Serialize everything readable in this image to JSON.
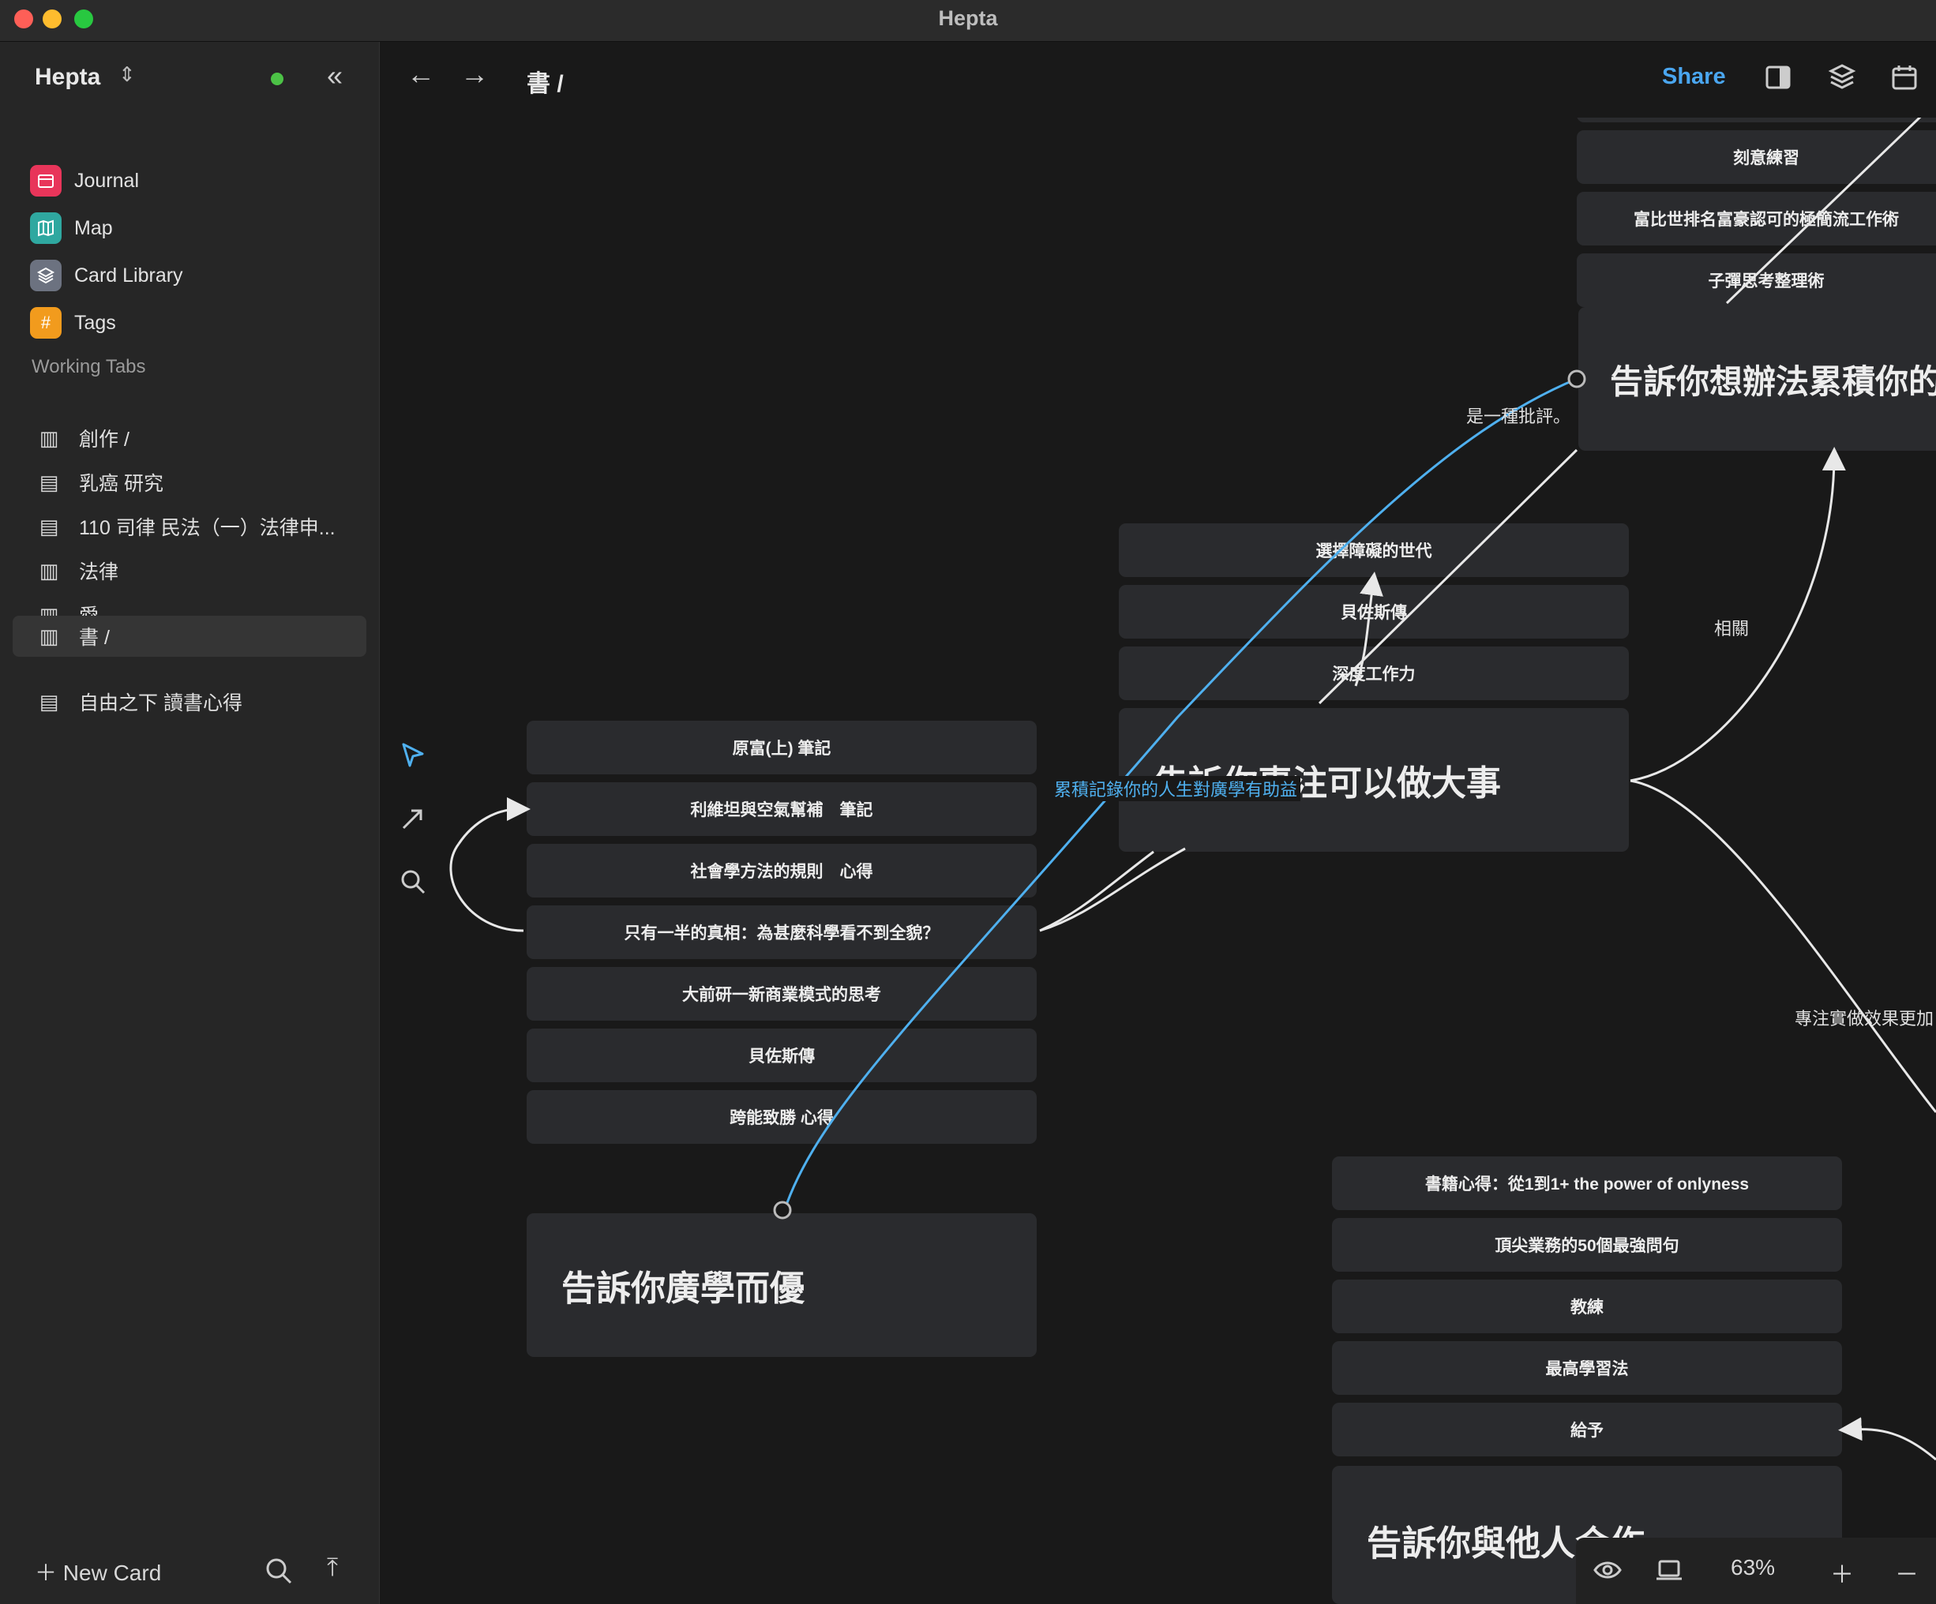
{
  "window": {
    "title": "Hepta"
  },
  "sidebar": {
    "workspace": "Hepta",
    "nav": [
      {
        "label": "Journal",
        "icon": "journal-icon",
        "color": "#e8355a"
      },
      {
        "label": "Map",
        "icon": "map-icon",
        "color": "#2fa8a0"
      },
      {
        "label": "Card Library",
        "icon": "layers-icon",
        "color": "#6c7280"
      },
      {
        "label": "Tags",
        "icon": "hash-icon",
        "color": "#f29b1d"
      }
    ],
    "working_tabs_label": "Working Tabs",
    "tabs": [
      {
        "label": "創作 /",
        "icon": "map-icon"
      },
      {
        "label": "乳癌 研究",
        "icon": "document-icon"
      },
      {
        "label": "110 司律 民法（一）法律申...",
        "icon": "document-icon"
      },
      {
        "label": "法律",
        "icon": "map-icon"
      },
      {
        "label": "愛",
        "icon": "map-icon"
      },
      {
        "label": "書 /",
        "icon": "map-icon",
        "active": true
      },
      {
        "label": "自由之下 讀書心得",
        "icon": "document-icon"
      }
    ],
    "new_card": "New Card"
  },
  "toolbar": {
    "breadcrumb": "書 /",
    "share": "Share"
  },
  "canvas": {
    "cards_left": [
      "原富(上) 筆記",
      "利維坦與空氣幫補　筆記",
      "社會學方法的規則　心得",
      "只有一半的真相：為甚麼科學看不到全貌？",
      "大前研一新商業模式的思考",
      "貝佐斯傳",
      "跨能致勝 心得"
    ],
    "big_left": "告訴你廣學而優",
    "cards_mid": [
      "選擇障礙的世代",
      "貝佐斯傳",
      "深度工作力"
    ],
    "big_mid": "告訴你專注可以做大事",
    "cards_top": [
      "刻意練習",
      "富比世排名富豪認可的極簡流工作術",
      "子彈思考整理術"
    ],
    "big_top": "告訴你想辦法累積你的",
    "cards_bottom": [
      "書籍心得：從1到1+ the power of onlyness",
      "頂尖業務的50個最強問句",
      "教練",
      "最高學習法",
      "給予"
    ],
    "big_bottom": "告訴你與他人合作",
    "labels": {
      "critique": "是一種批評。",
      "related": "相關",
      "focus": "專注實做效果更加",
      "accumulate": "累積記錄你的人生對廣學有助益"
    }
  },
  "zoom": {
    "level": "63%"
  }
}
